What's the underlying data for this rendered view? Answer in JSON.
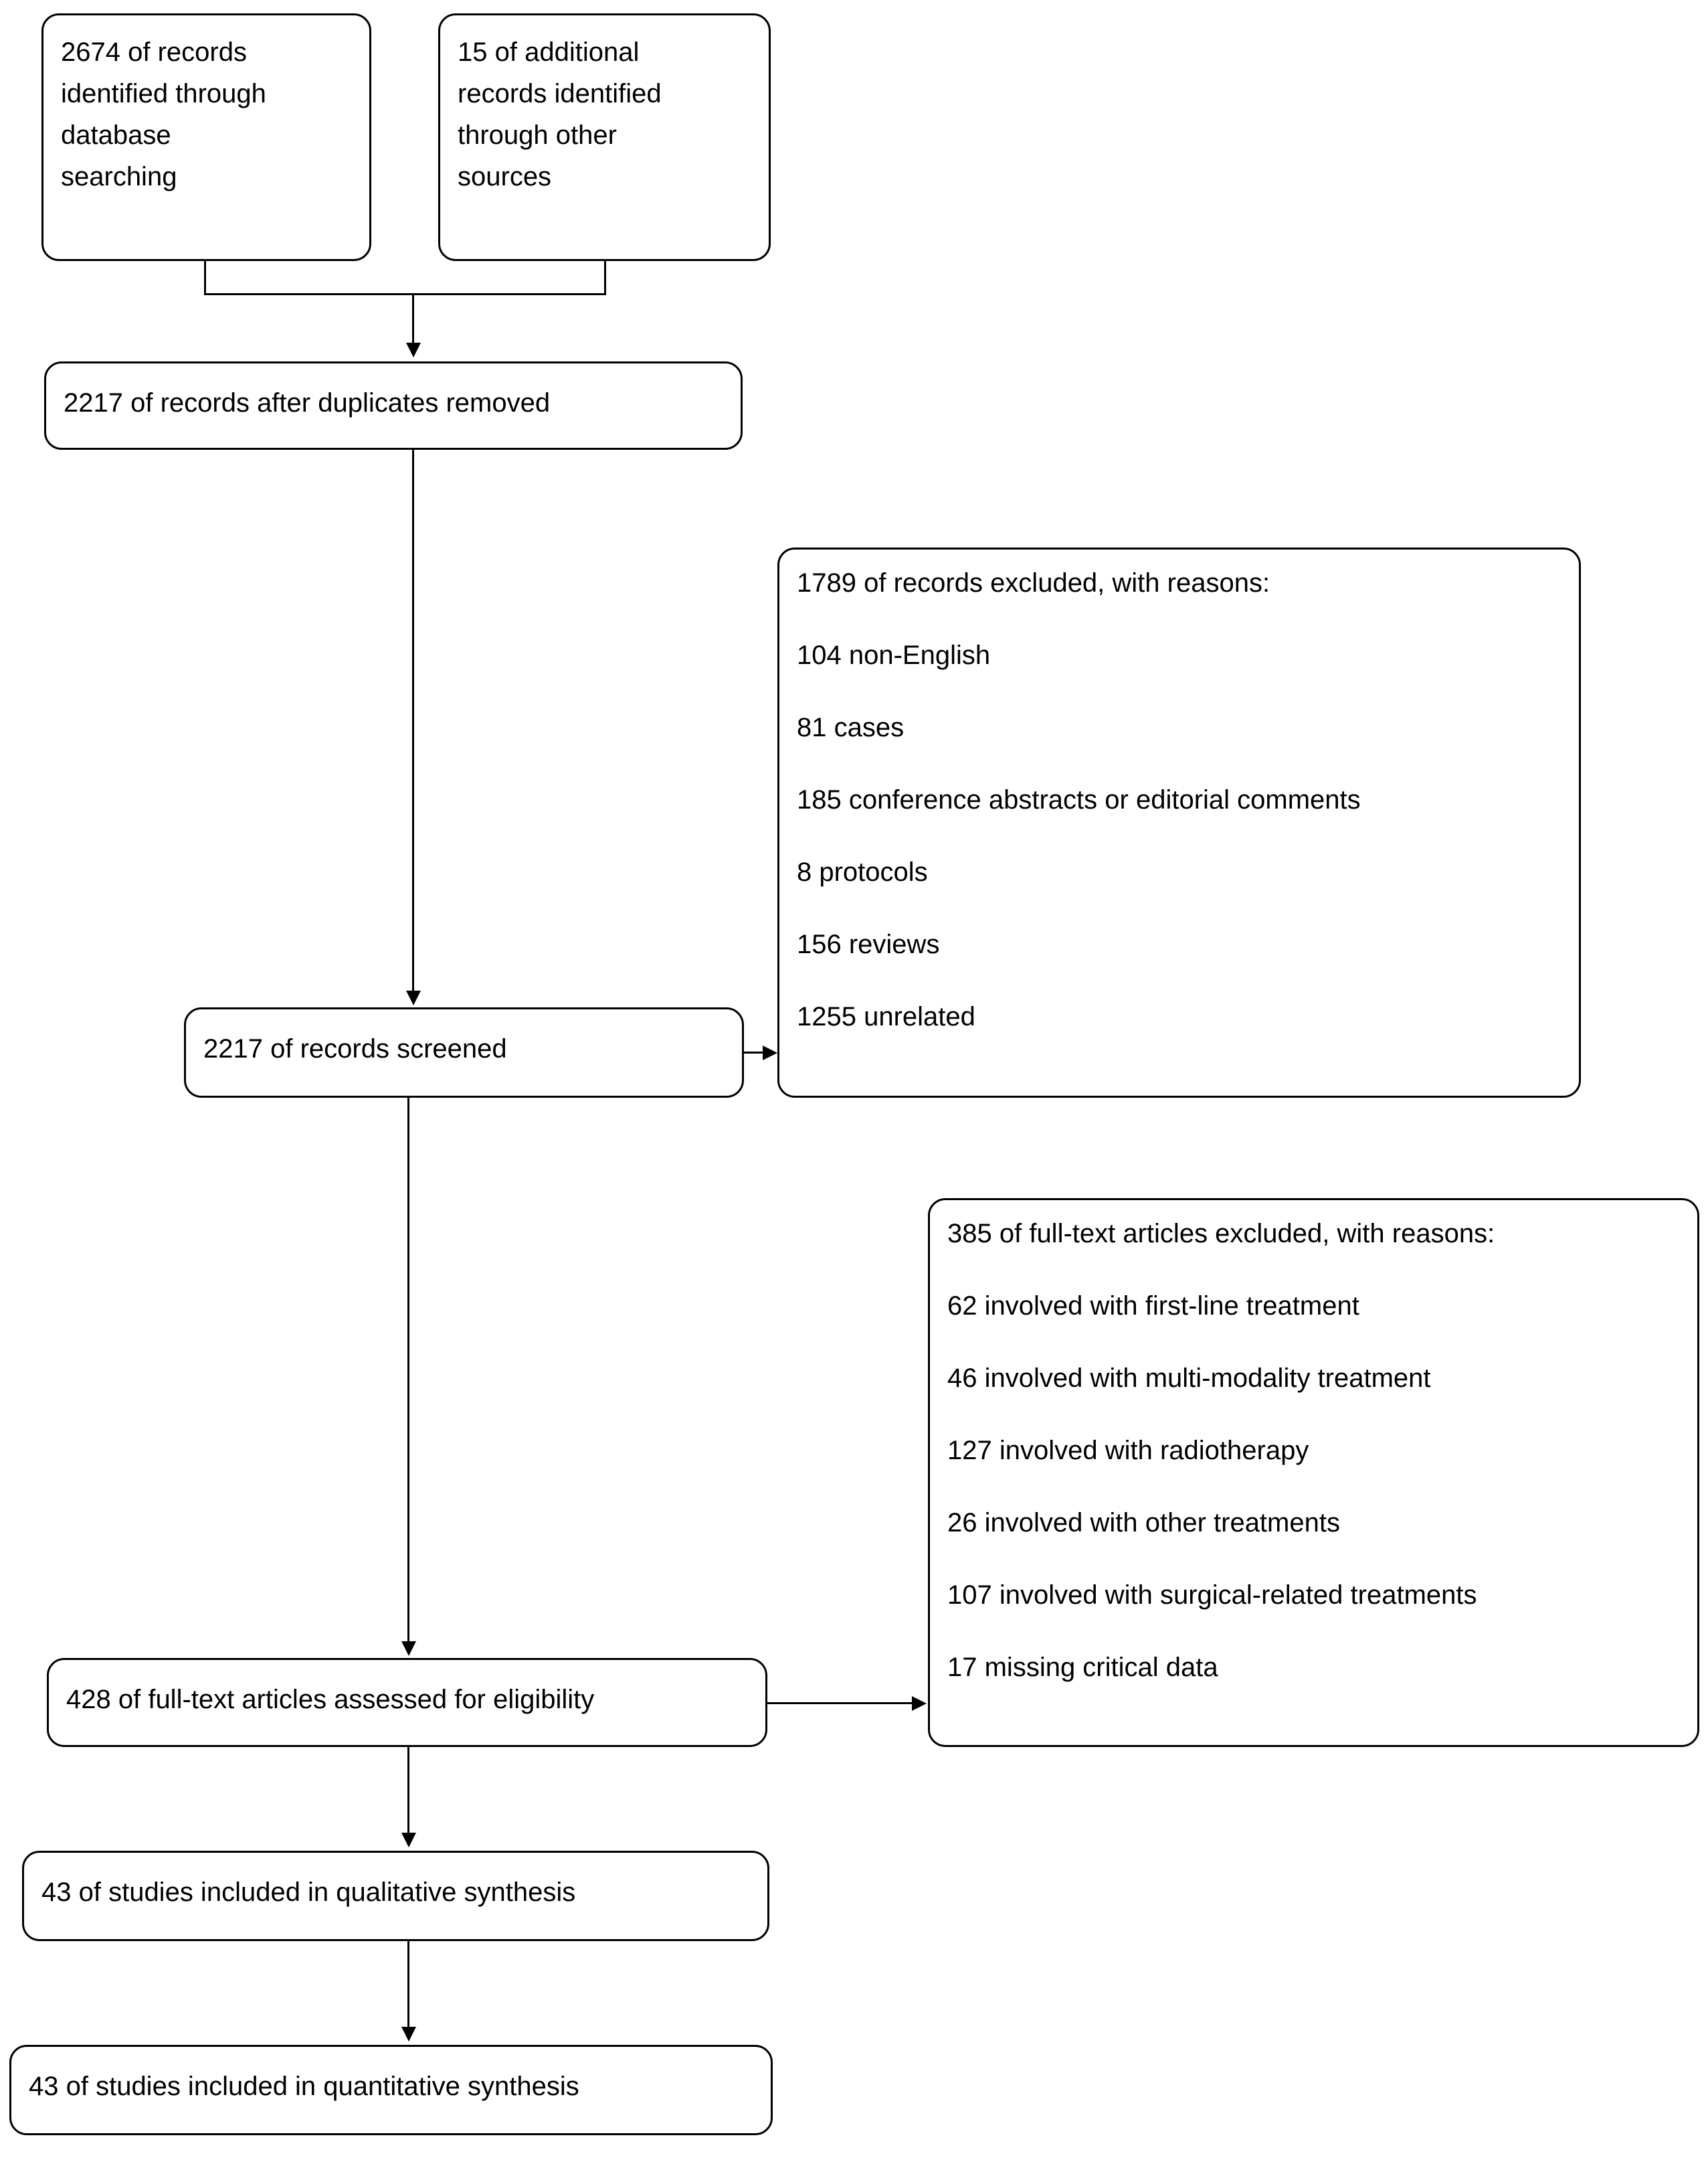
{
  "diagram": {
    "type": "prisma-flow-diagram",
    "identification": {
      "database_search": "2674 of records\nidentified through\ndatabase\nsearching",
      "other_sources": "15 of additional\nrecords identified\nthrough other\nsources"
    },
    "screening": {
      "after_duplicates": "2217 of records after duplicates removed",
      "records_screened": "2217 of records screened",
      "records_excluded_header": "1789 of records excluded, with reasons:",
      "records_excluded_reasons": [
        "104 non-English",
        "81 cases",
        "185 conference abstracts or editorial comments",
        "8 protocols",
        "156 reviews",
        "1255 unrelated"
      ]
    },
    "eligibility": {
      "fulltext_assessed": "428 of full-text articles assessed for eligibility",
      "fulltext_excluded_header": "385 of full-text articles excluded, with reasons:",
      "fulltext_excluded_reasons": [
        "62 involved with first-line treatment",
        "46 involved with multi-modality treatment",
        "127 involved with radiotherapy",
        "26 involved with other treatments",
        "107 involved with surgical-related treatments",
        "17 missing critical data"
      ]
    },
    "included": {
      "qualitative": "43 of studies included in qualitative synthesis",
      "quantitative": "43 of studies included in quantitative synthesis"
    },
    "style": {
      "stroke_color": "#000000",
      "fill_color": "#ffffff",
      "text_color": "#000000"
    }
  }
}
